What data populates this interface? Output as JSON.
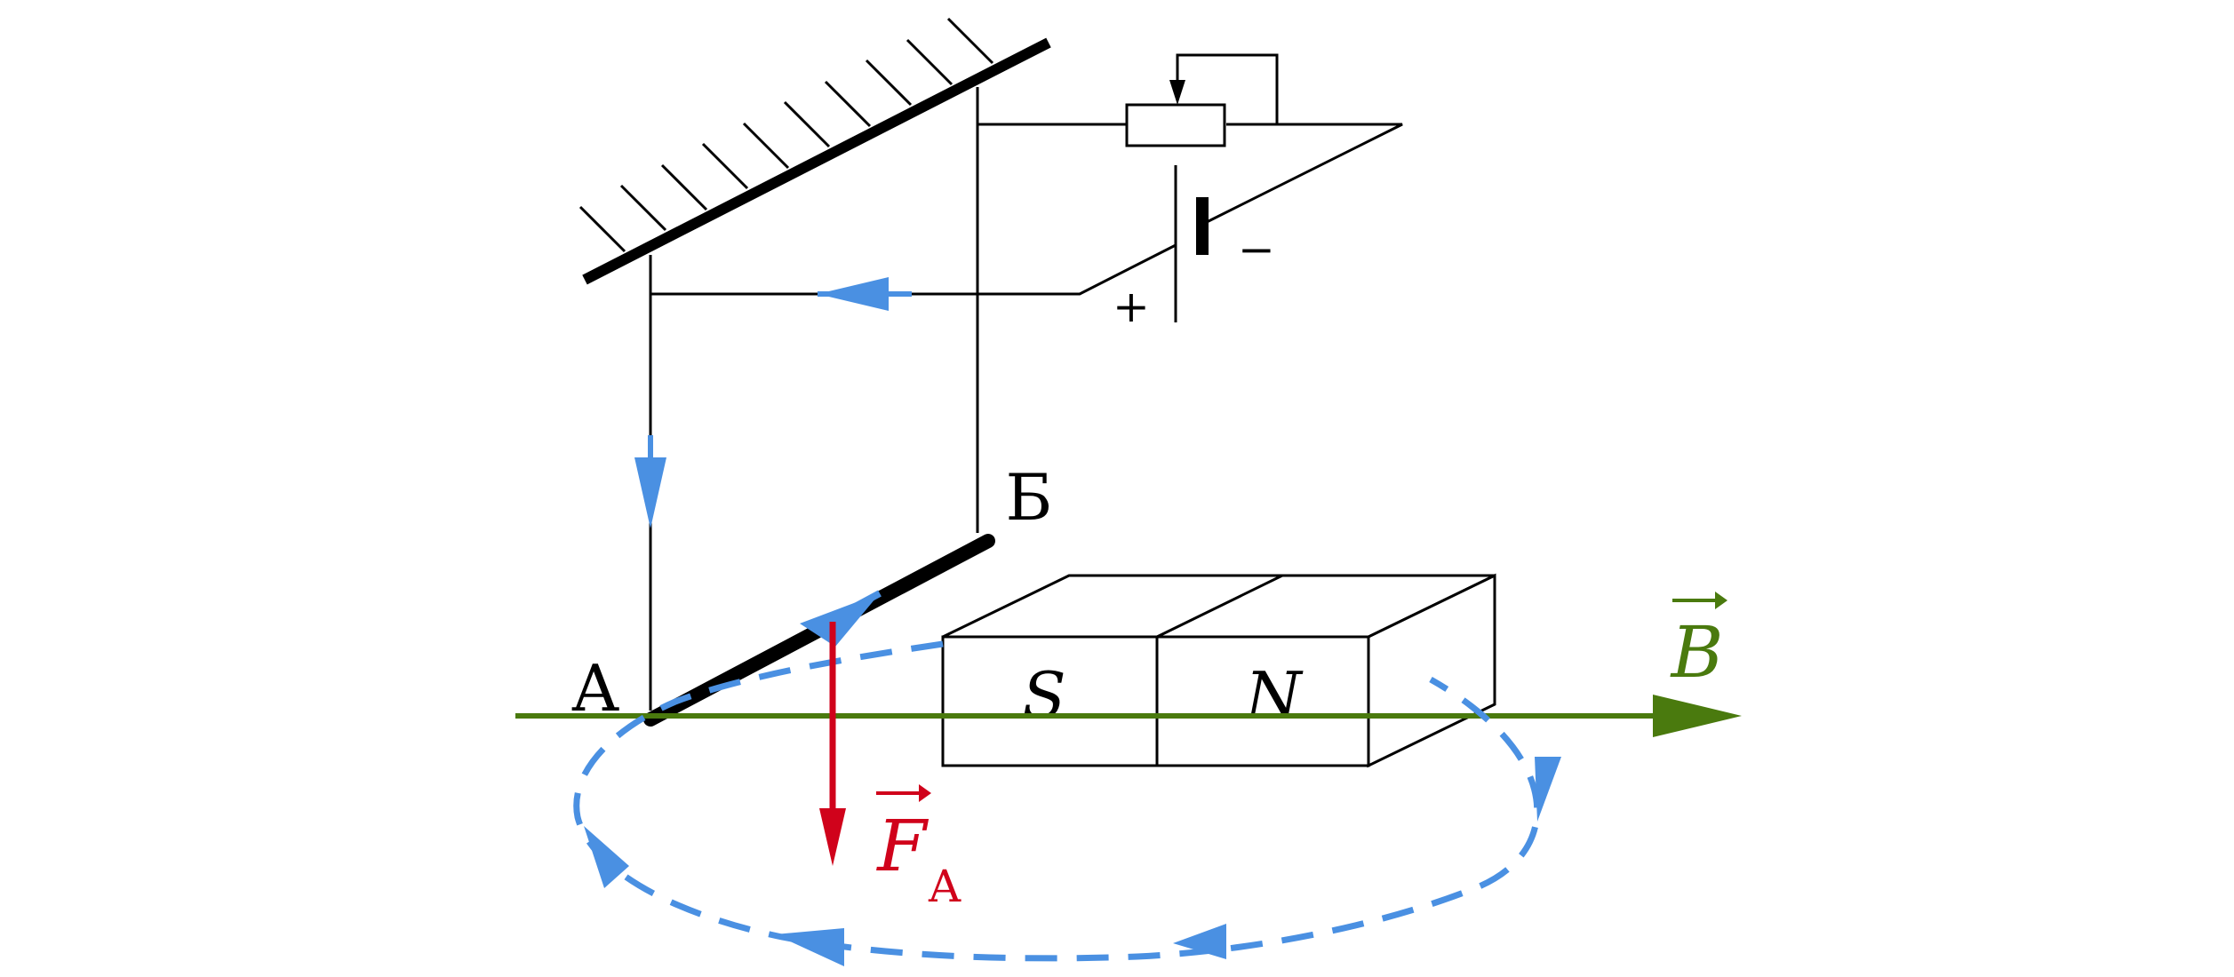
{
  "labels": {
    "point_a": "А",
    "point_b": "Б",
    "pole_s": "S",
    "pole_n": "N",
    "vector_b": "B",
    "vector_f": "F",
    "vector_f_sub": "А",
    "plus": "+",
    "minus": "−"
  },
  "colors": {
    "wire": "#111111",
    "current": "#4a90e2",
    "field": "#4a7a0e",
    "force": "#d0021b"
  }
}
